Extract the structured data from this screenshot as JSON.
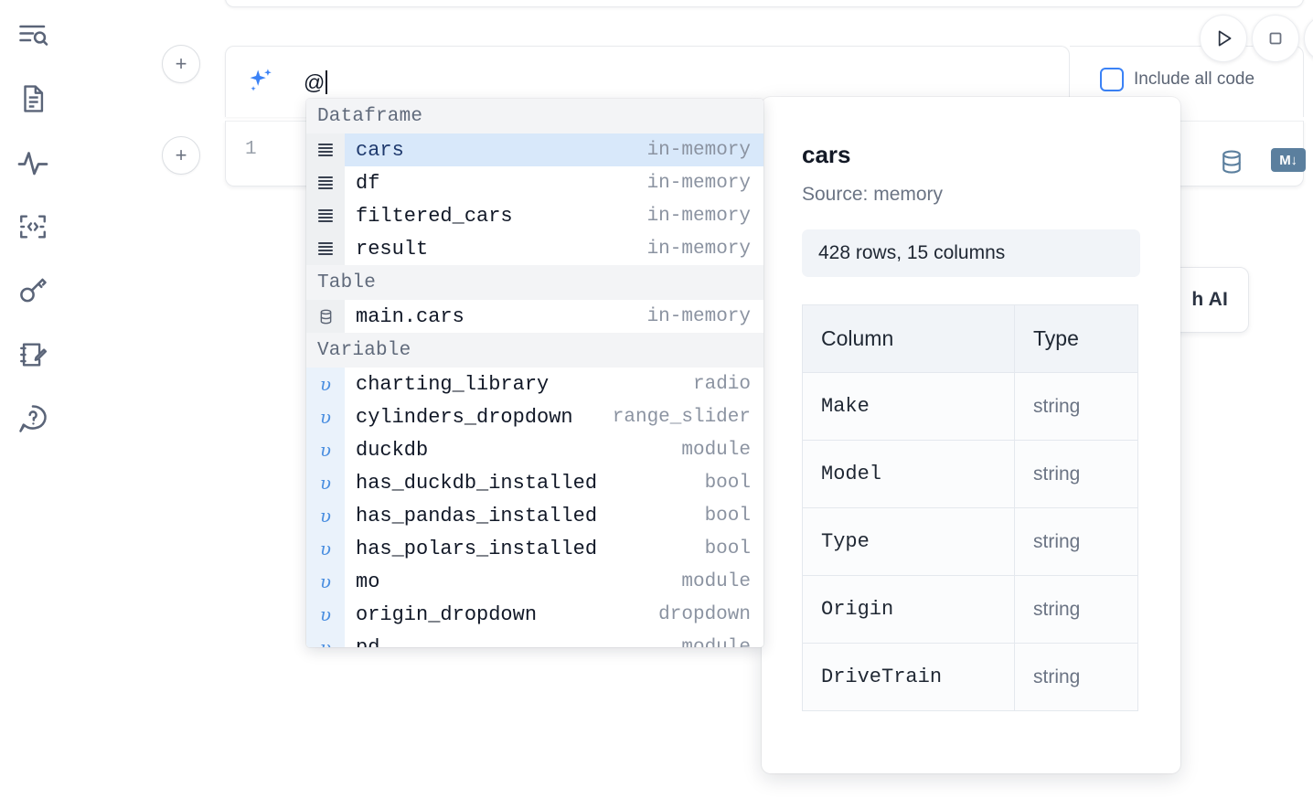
{
  "sidebar": {
    "items": [
      {
        "name": "outline-search-icon",
        "label": "Explore"
      },
      {
        "name": "document-icon",
        "label": "Notebook files"
      },
      {
        "name": "activity-pulse-icon",
        "label": "Activity"
      },
      {
        "name": "code-snippet-icon",
        "label": "Snippets"
      },
      {
        "name": "key-icon",
        "label": "Secrets"
      },
      {
        "name": "scratchpad-icon",
        "label": "Scratchpad"
      },
      {
        "name": "help-chat-icon",
        "label": "Help"
      }
    ]
  },
  "toolbar": {
    "add_cell_label": "+",
    "run_label": "Run",
    "stop_label": "Stop",
    "include_all_code_label": "Include all code",
    "include_all_code_checked": false
  },
  "ai_cell": {
    "icon": "sparkle-icon",
    "input_value": "@",
    "input_placeholder": ""
  },
  "code_cell": {
    "line_number": "1",
    "database_icon": "database-icon",
    "markdown_badge": "M↓"
  },
  "behind_panel": {
    "label": "h AI"
  },
  "autocomplete": {
    "groups": [
      {
        "title": "Dataframe",
        "icon": "dataframe-rows-icon",
        "icon_class": "df",
        "glyph": "≡",
        "items": [
          {
            "name": "cars",
            "type": "in-memory",
            "selected": true
          },
          {
            "name": "df",
            "type": "in-memory",
            "selected": false
          },
          {
            "name": "filtered_cars",
            "type": "in-memory",
            "selected": false
          },
          {
            "name": "result",
            "type": "in-memory",
            "selected": false
          }
        ]
      },
      {
        "title": "Table",
        "icon": "database-table-icon",
        "icon_class": "tbl",
        "glyph": "⛁",
        "items": [
          {
            "name": "main.cars",
            "type": "in-memory",
            "selected": false
          }
        ]
      },
      {
        "title": "Variable",
        "icon": "variable-icon",
        "icon_class": "var",
        "glyph": "υ",
        "items": [
          {
            "name": "charting_library",
            "type": "radio",
            "selected": false
          },
          {
            "name": "cylinders_dropdown",
            "type": "range_slider",
            "selected": false
          },
          {
            "name": "duckdb",
            "type": "module",
            "selected": false
          },
          {
            "name": "has_duckdb_installed",
            "type": "bool",
            "selected": false
          },
          {
            "name": "has_pandas_installed",
            "type": "bool",
            "selected": false
          },
          {
            "name": "has_polars_installed",
            "type": "bool",
            "selected": false
          },
          {
            "name": "mo",
            "type": "module",
            "selected": false
          },
          {
            "name": "origin_dropdown",
            "type": "dropdown",
            "selected": false
          },
          {
            "name": "pd",
            "type": "module",
            "selected": false
          }
        ]
      }
    ]
  },
  "info_panel": {
    "title": "cars",
    "source": "Source: memory",
    "stat": "428 rows, 15 columns",
    "columns_header": "Column",
    "type_header": "Type",
    "rows": [
      {
        "column": "Make",
        "type": "string"
      },
      {
        "column": "Model",
        "type": "string"
      },
      {
        "column": "Type",
        "type": "string"
      },
      {
        "column": "Origin",
        "type": "string"
      },
      {
        "column": "DriveTrain",
        "type": "string"
      }
    ]
  },
  "colors": {
    "accent_blue": "#3b82f6",
    "selection_blue": "#d8e8fa",
    "icon_slate": "#5a6478",
    "muted_text": "#8b93a1"
  }
}
